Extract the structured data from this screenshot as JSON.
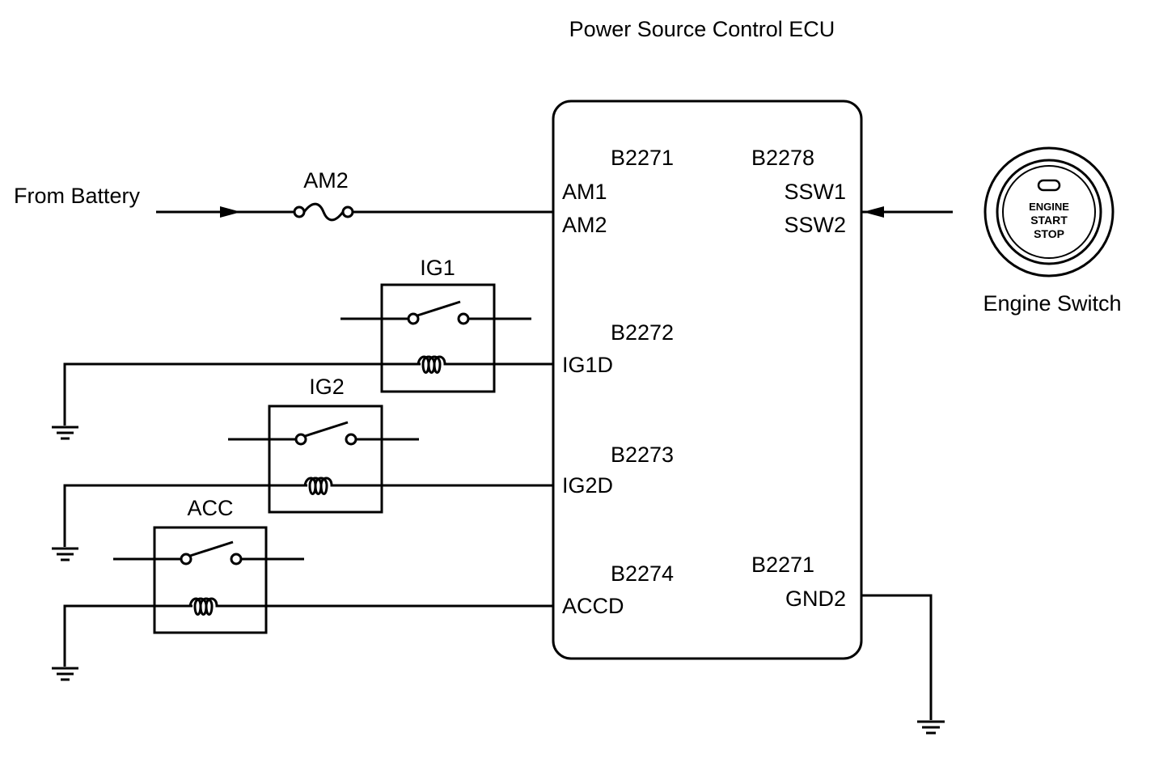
{
  "title": "Power Source Control ECU",
  "source_label": "From Battery",
  "fuse_label": "AM2",
  "relays": [
    {
      "label": "IG1"
    },
    {
      "label": "IG2"
    },
    {
      "label": "ACC"
    }
  ],
  "ecu": {
    "connectors": {
      "am": "B2271",
      "ssw": "B2278",
      "ig1d": "B2272",
      "ig2d": "B2273",
      "accd": "B2274",
      "gnd": "B2271"
    },
    "pins": {
      "am1": "AM1",
      "am2": "AM2",
      "ssw1": "SSW1",
      "ssw2": "SSW2",
      "ig1d": "IG1D",
      "ig2d": "IG2D",
      "accd": "ACCD",
      "gnd2": "GND2"
    }
  },
  "engine_switch": {
    "label": "Engine Switch",
    "button_lines": [
      "ENGINE",
      "START",
      "STOP"
    ]
  }
}
